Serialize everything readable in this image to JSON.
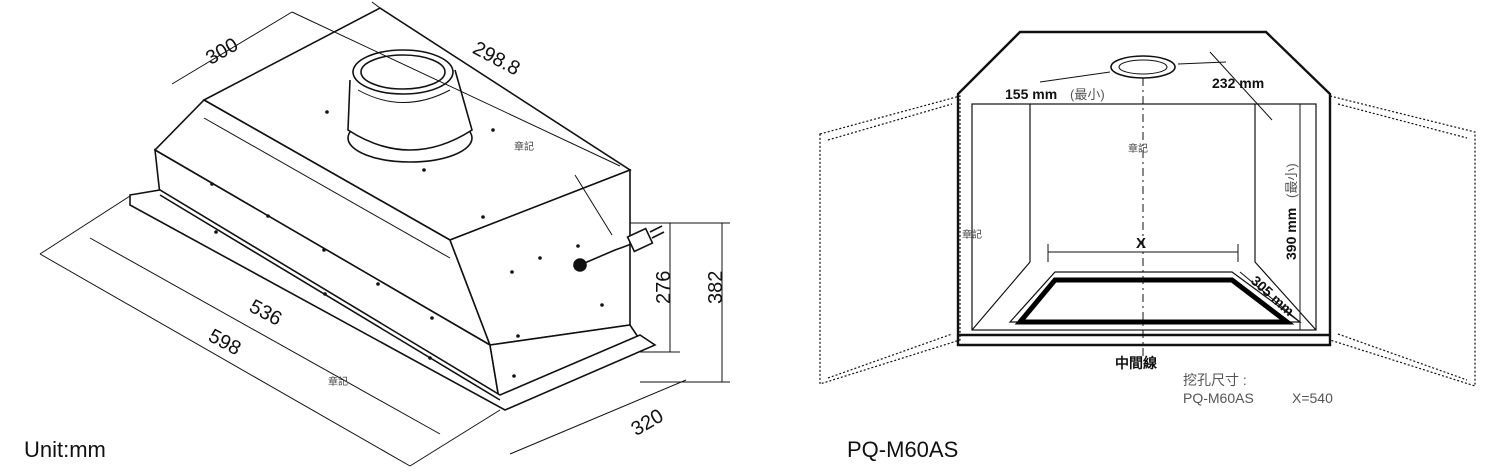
{
  "left_drawing": {
    "dims": {
      "depth": "300",
      "width_top": "298.8",
      "inner_width": "536",
      "outer_width": "598",
      "body_height": "276",
      "total_height": "382",
      "depth_bottom": "320"
    },
    "stamp": "章記",
    "unit_label": "Unit:mm"
  },
  "right_drawing": {
    "hole_min_label": "155 mm",
    "hole_min_suffix": "(最小)",
    "offset_label": "232 mm",
    "height_min_label": "390 mm",
    "height_min_suffix": "(最小)",
    "x_label": "X",
    "depth_label": "305 mm",
    "center_line_label": "中間線",
    "stamp": "章記",
    "cutout_title": "挖孔尺寸 :",
    "cutout_model": "PQ-M60AS",
    "cutout_value": "X=540",
    "model_label": "PQ-M60AS"
  }
}
